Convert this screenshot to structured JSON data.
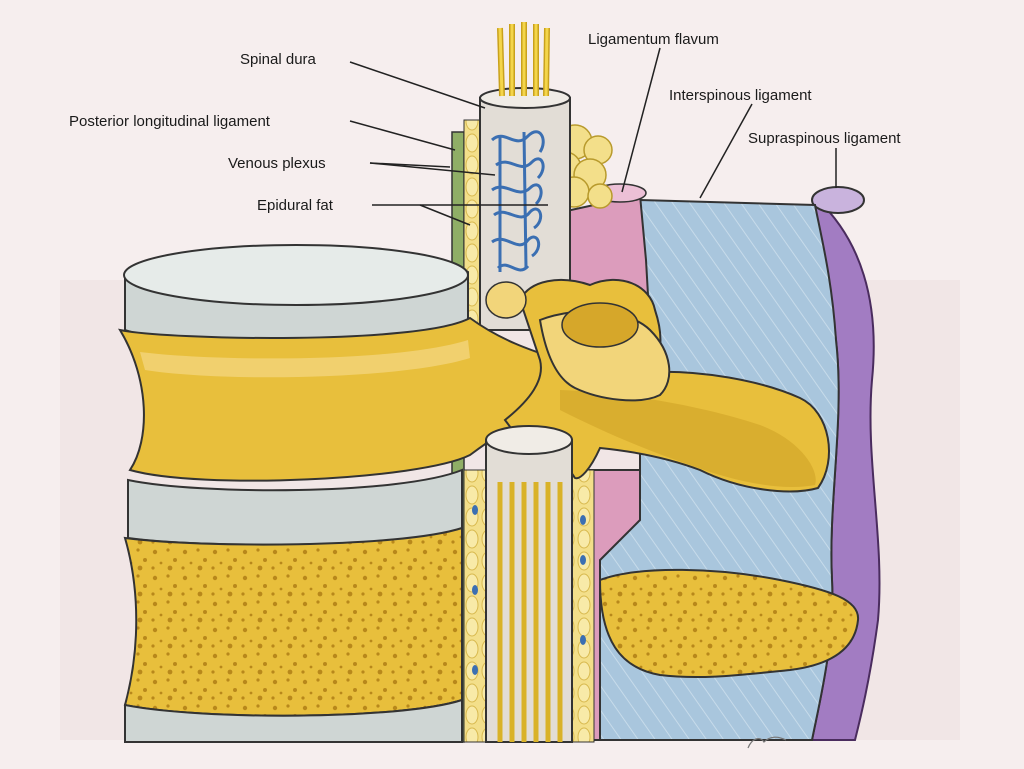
{
  "labels": {
    "spinal_dura": "Spinal dura",
    "posterior_longitudinal_ligament": "Posterior longitudinal ligament",
    "venous_plexus": "Venous plexus",
    "epidural_fat": "Epidural fat",
    "ligamentum_flavum": "Ligamentum flavum",
    "interspinous_ligament": "Interspinous ligament",
    "supraspinous_ligament": "Supraspinous ligament"
  },
  "colors": {
    "bone": "#e8bf3c",
    "bone_shadow": "#c79a1f",
    "bone_light": "#f2d57a",
    "fat": "#f3df8a",
    "dura": "#e2ddd6",
    "disc": "#cfd6d4",
    "ligament_flavum": "#dc9cbc",
    "interspinous": "#9fbfd8",
    "supraspinous": "#a27cc2",
    "pll": "#8fae66",
    "venous": "#3b6fb2",
    "background": "#f6eeee"
  }
}
